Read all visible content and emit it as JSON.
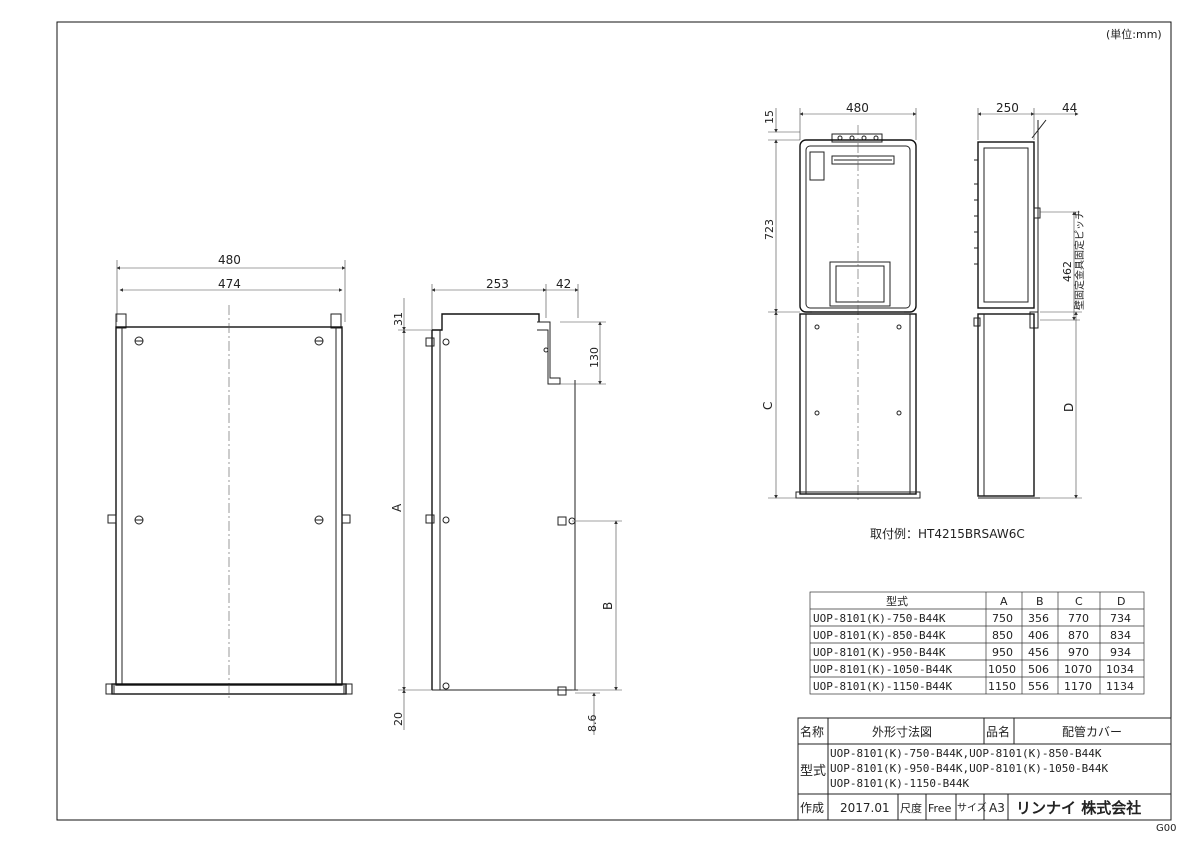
{
  "unit_note": "(単位:mm)",
  "sheet_code": "G00",
  "front_view": {
    "dims": {
      "overall_width": "480",
      "inner_width": "474"
    }
  },
  "side_view": {
    "dims": {
      "depth": "253",
      "bracket": "42",
      "top_offset": "31",
      "bracket_height": "130",
      "height_a": "A",
      "bottom_offset": "20",
      "height_b": "B",
      "bottom_small": "8.6"
    }
  },
  "install_example": {
    "caption": "取付例：HT4215BRSAW6C",
    "front_dims": {
      "width": "480",
      "top": "15",
      "heater_height": "723",
      "cover_height": "C"
    },
    "side_dims": {
      "depth": "250",
      "offset": "44",
      "pitch": "462",
      "pitch_label": "壁固定金具固定ピッチ",
      "cover_height": "D"
    }
  },
  "spec_table": {
    "headers": [
      "型式",
      "A",
      "B",
      "C",
      "D"
    ],
    "rows": [
      [
        "UOP-8101(K)-750-B44K",
        "750",
        "356",
        "770",
        "734"
      ],
      [
        "UOP-8101(K)-850-B44K",
        "850",
        "406",
        "870",
        "834"
      ],
      [
        "UOP-8101(K)-950-B44K",
        "950",
        "456",
        "970",
        "934"
      ],
      [
        "UOP-8101(K)-1050-B44K",
        "1050",
        "506",
        "1070",
        "1034"
      ],
      [
        "UOP-8101(K)-1150-B44K",
        "1150",
        "556",
        "1170",
        "1134"
      ]
    ]
  },
  "title_block": {
    "name_label": "名称",
    "name_value": "外形寸法図",
    "product_label": "品名",
    "product_value": "配管カバー",
    "model_label": "型式",
    "model_lines": [
      "UOP-8101(K)-750-B44K,UOP-8101(K)-850-B44K",
      "UOP-8101(K)-950-B44K,UOP-8101(K)-1050-B44K",
      "UOP-8101(K)-1150-B44K"
    ],
    "created_label": "作成",
    "created_value": "2017.01",
    "scale_label": "尺度",
    "scale_value": "Free",
    "size_label": "サイズ",
    "size_value": "A3",
    "company": "リンナイ 株式会社"
  }
}
